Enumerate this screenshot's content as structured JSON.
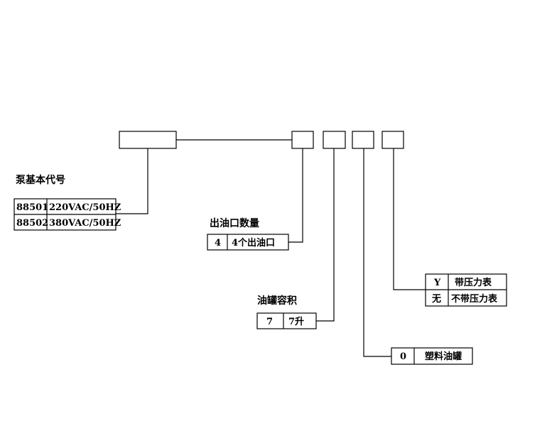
{
  "code_blocks": {
    "base": "",
    "outlets": "",
    "tank": "",
    "material": "",
    "gauge": ""
  },
  "pump_base": {
    "title": "泵基本代号",
    "rows": [
      {
        "code": "88501",
        "desc": "220VAC/50HZ"
      },
      {
        "code": "88502",
        "desc": "380VAC/50HZ"
      }
    ]
  },
  "outlets": {
    "title": "出油口数量",
    "code": "4",
    "desc": "4个出油口"
  },
  "tank": {
    "title": "油罐容积",
    "code": "7",
    "desc": "7升"
  },
  "material": {
    "code": "0",
    "desc": "塑料油罐"
  },
  "gauge": {
    "rows": [
      {
        "code": "Y",
        "desc": "带压力表"
      },
      {
        "code": "无",
        "desc": "不带压力表"
      }
    ]
  }
}
